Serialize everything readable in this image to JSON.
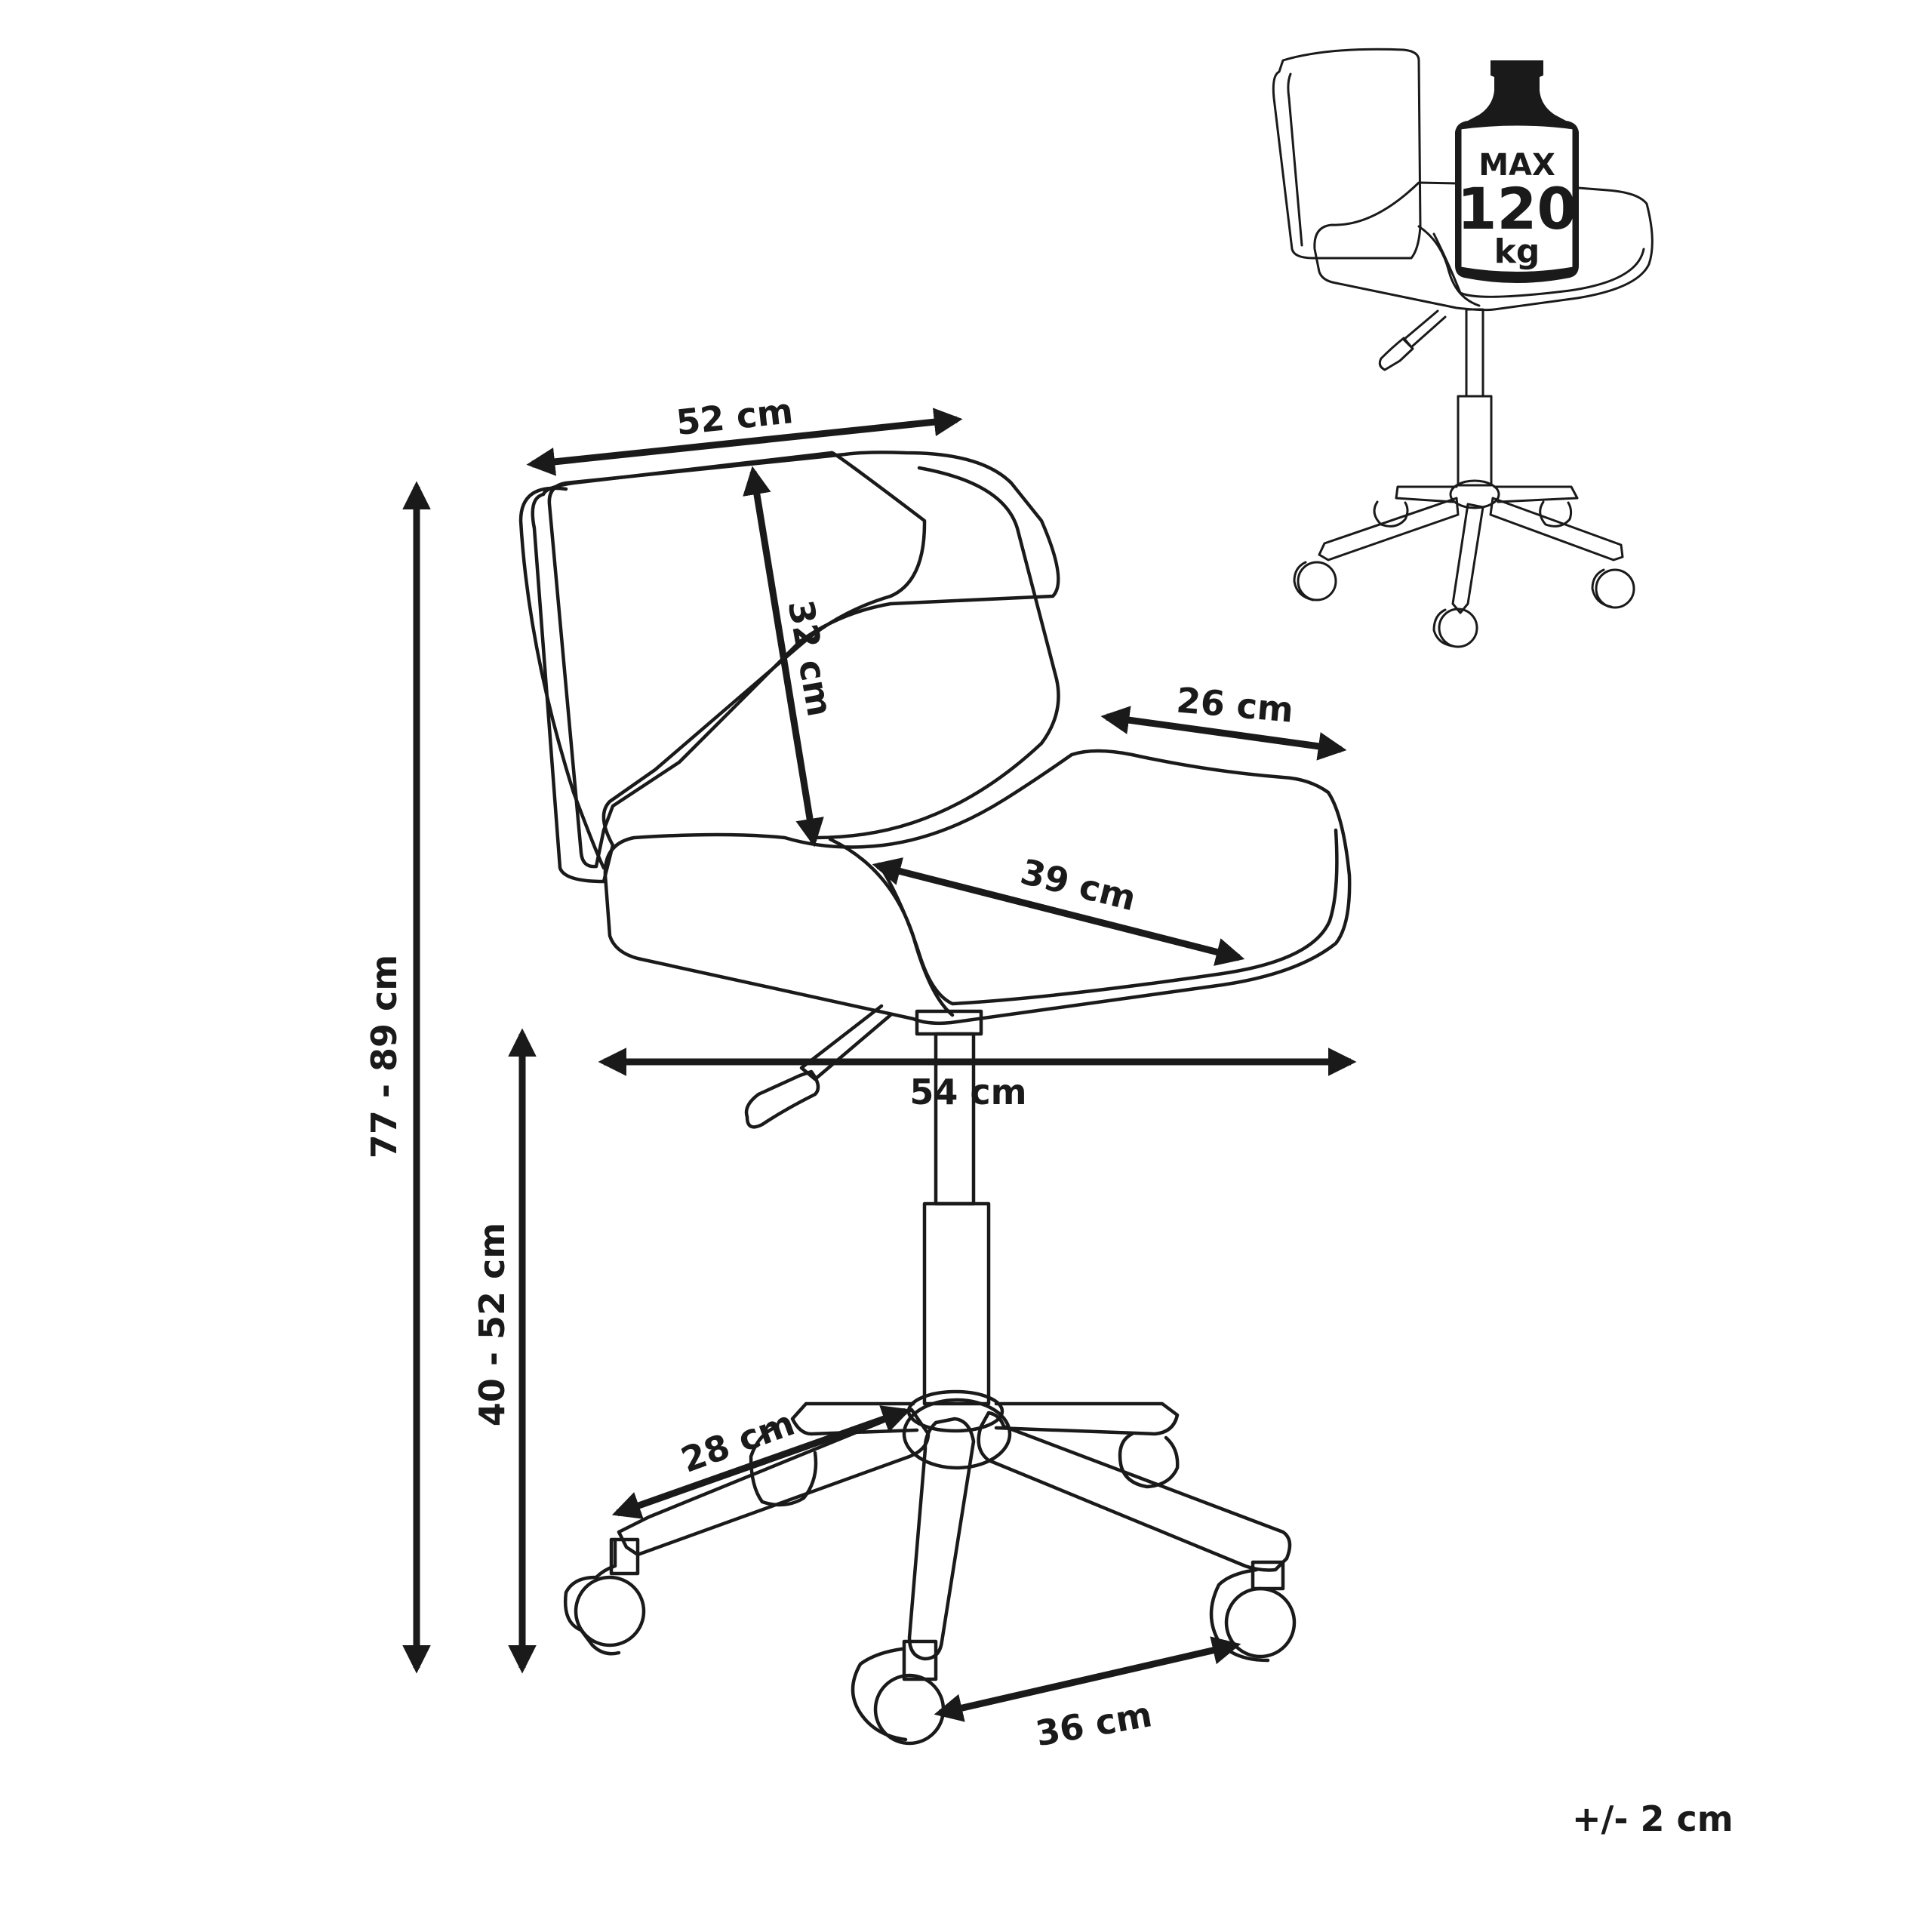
{
  "dimensions": {
    "back_width": "52 cm",
    "back_height": "32 cm",
    "seat_front": "26 cm",
    "seat_depth": "39 cm",
    "seat_width": "54 cm",
    "total_height": "77 - 89 cm",
    "seat_height": "40 - 52 cm",
    "leg_length": "28 cm",
    "caster_span": "36 cm"
  },
  "max_load": {
    "line1": "MAX",
    "line2": "120",
    "line3": "kg"
  },
  "tolerance": "+/- 2 cm"
}
